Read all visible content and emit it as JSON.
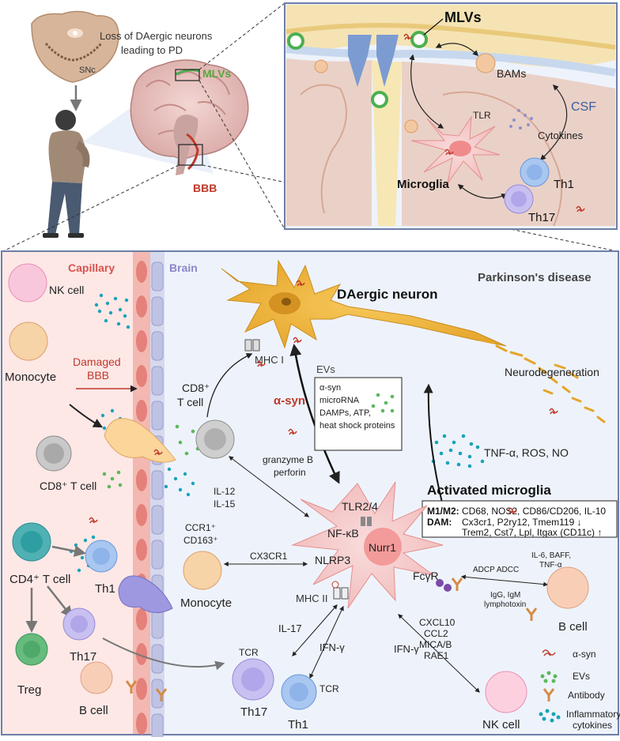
{
  "top_left": {
    "caption": "Loss of DAergic neurons leading to PD",
    "caption_line1": "Loss of DAergic neurons",
    "caption_line2": "leading to PD",
    "snc_label": "SNc",
    "mlvs_label": "MLVs",
    "bbb_label": "BBB"
  },
  "inset": {
    "mlvs_label": "MLVs",
    "bams_label": "BAMs",
    "csf_label": "CSF",
    "tlr_label": "TLR",
    "cytokines_label": "Cytokines",
    "microglia_label": "Microglia",
    "th1_label": "Th1",
    "th17_label": "Th17"
  },
  "capillary": {
    "title": "Capillary",
    "nk_cell": "NK cell",
    "monocyte": "Monocyte",
    "damaged_bbb": "Damaged BBB",
    "damaged_line1": "Damaged",
    "damaged_line2": "BBB",
    "cd8_t_cell": "CD8⁺ T cell",
    "cd4_t_cell": "CD4⁺ T cell",
    "th1": "Th1",
    "th17": "Th17",
    "treg": "Treg",
    "b_cell": "B cell"
  },
  "brain": {
    "title": "Brain",
    "disease_title": "Parkinson's disease",
    "daergic_neuron": "DAergic neuron",
    "mhc_i": "MHC I",
    "neurodegeneration": "Neurodegeneration",
    "cd8_t_cell_line1": "CD8⁺",
    "cd8_t_cell_line2": "T cell",
    "alpha_syn": "α-syn",
    "evs_title": "EVs",
    "evs_contents": [
      "α-syn",
      "microRNA",
      "DAMPs, ATP,",
      "heat shock proteins"
    ],
    "tnf_ros_no": "TNF-α, ROS, NO",
    "activated_microglia": "Activated microglia",
    "markers": {
      "m1m2_label": "M1/M2:",
      "m1m2_text": "CD68, NOS2, CD86/CD206, IL-10",
      "dam_label": "DAM:",
      "dam_text1": "Cx3cr1, P2ry12, Tmem119 ↓",
      "dam_text2": "Trem2, Cst7, Lpl, Itgax (CD11c) ↑"
    },
    "granzyme": "granzyme B",
    "perforin": "perforin",
    "il12": "IL-12",
    "il15": "IL-15",
    "tlr24": "TLR2/4",
    "nfkb": "NF-κB",
    "nurr1": "Nurr1",
    "nlrp3": "NLRP3",
    "mhc_ii": "MHC II",
    "fcyr": "FcγR",
    "ccr1": "CCR1⁺",
    "cd163": "CD163⁺",
    "monocyte": "Monocyte",
    "cx3cr1": "CX3CR1",
    "il17": "IL-17",
    "ifng_left": "IFN-γ",
    "ifng_right": "IFN-γ",
    "tcr_left": "TCR",
    "tcr_right": "TCR",
    "th17": "Th17",
    "th1": "Th1",
    "adcp_adcc": "ADCP ADCC",
    "il6_line1": "IL-6, BAFF,",
    "il6_line2": "TNF-α",
    "igg_line1": "IgG, IgM",
    "igg_line2": "lymphotoxin",
    "b_cell": "B cell",
    "cxcl": [
      "CXCL10",
      "CCL2",
      "MICA/B",
      "RAE1"
    ],
    "nk_cell": "NK cell"
  },
  "legend": {
    "items": [
      {
        "label": "α-syn",
        "icon": "alpha-syn-icon"
      },
      {
        "label": "EVs",
        "icon": "evs-dots-icon"
      },
      {
        "label": "Antibody",
        "icon": "antibody-icon"
      },
      {
        "label": "Inflammatory cytokines",
        "icon": "cytokine-dots-icon"
      }
    ],
    "cyt_line1": "Inflammatory",
    "cyt_line2": "cytokines"
  },
  "colors": {
    "capillary_bg": "#fde8e6",
    "brain_bg": "#eef3fb",
    "capillary_title": "#d9534f",
    "brain_title": "#8a86c8",
    "damaged_bbb": "#c0392b",
    "neuron": "#f0b63c",
    "microglia": "#f6c9c9",
    "mlvs_green": "#4caf50",
    "cytokine_teal": "#1aa3b8",
    "ev_green": "#5cb85c",
    "alpha_syn_red": "#c0392b"
  }
}
